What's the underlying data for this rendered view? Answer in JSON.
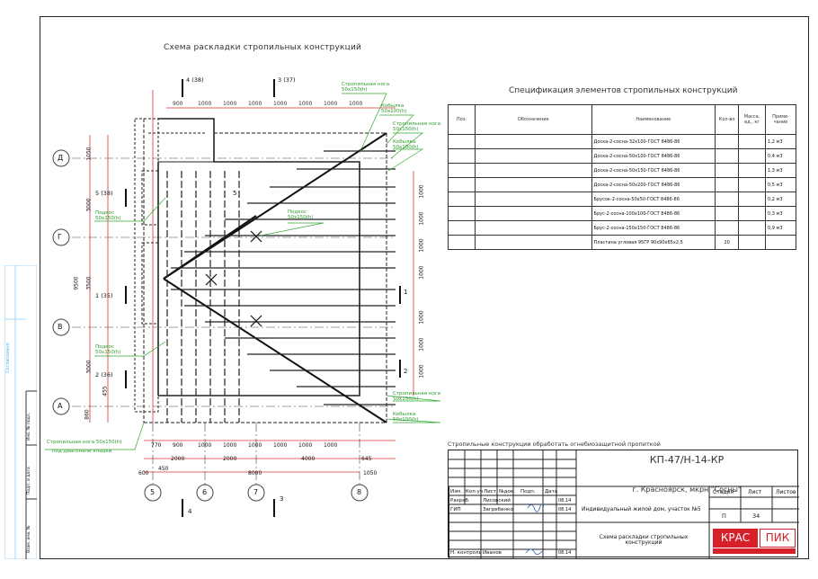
{
  "plan_title": "Схема раскладки стропильных конструкций",
  "spec": {
    "title": "Спецификация элементов стропильных конструкций",
    "headers": [
      "Поз.",
      "Обозначение",
      "Наименование",
      "Кол-во",
      "Масса, ед., кг",
      "Приме-чание"
    ],
    "rows": [
      {
        "name": "Доска-2-сосна-32х100-ГОСТ 8486-86",
        "qty": "",
        "note": "1,2 м3"
      },
      {
        "name": "Доска-2-сосна-50х100-ГОСТ 8486-86",
        "qty": "",
        "note": "0,4 м3"
      },
      {
        "name": "Доска-2-сосна-50х150-ГОСТ 8486-86",
        "qty": "",
        "note": "1,3 м3"
      },
      {
        "name": "Доска-2-сосна-50х200-ГОСТ 8486-86",
        "qty": "",
        "note": "0,5 м3"
      },
      {
        "name": "Брусок-2-сосна-50х50-ГОСТ 8486-86",
        "qty": "",
        "note": "0,2 м3"
      },
      {
        "name": "Брус-2-сосна-100х100-ГОСТ 8486-86",
        "qty": "",
        "note": "0,3 м3"
      },
      {
        "name": "Брус-2-сосна-150х150-ГОСТ 8486-86",
        "qty": "",
        "note": "0,9 м3"
      },
      {
        "name": "Пластина угловая 95ГР 90х90х65х2,5",
        "qty": "20",
        "note": ""
      }
    ]
  },
  "note": "Стропильные конструкции обработать огнебиозащитной пропиткой",
  "stamp": {
    "code": "КП-47/Н-14-КР",
    "address": "г. Красноярск, мкрн \"Сосны\"",
    "project": "Индивидуальный жилой дом, участок №5",
    "sheet_title": "Схема раскладки стропильных конструкций",
    "col_headers": [
      "Изм.",
      "Кол.уч",
      "Лист",
      "№док.",
      "Подп.",
      "Дата"
    ],
    "stage_label": "Стадия",
    "sheet_label": "Лист",
    "sheets_label": "Листов",
    "stage": "П",
    "sheet": "34",
    "sheets": "",
    "roles": [
      {
        "role": "Разраб.",
        "name": "Лисовский",
        "date": "08.14"
      },
      {
        "role": "ГИП",
        "name": "Загребенко",
        "date": "08.14"
      },
      {
        "role": "Н. контроль",
        "name": "Иванов",
        "date": "08.14"
      }
    ],
    "logo_left": "КРАС",
    "logo_right": "ПИК"
  },
  "labels": {
    "rafter_leg": "Стропильная нога 50х150(h)",
    "purlin": "Кобылка 50х100(h)",
    "strut": "Подкос 50х150(h)",
    "rafter_leg_bottom": "Стропильная нога 50х150(h)",
    "diag_rafter": "Стропильная нога 50х150(h)",
    "diag_rafter2": "под диагонали кладки",
    "podkos_left_top": "Подкос 50х150(h)",
    "podkos_left_bottom": "Подкос 50х150(h)"
  },
  "axes_rows": [
    "Д",
    "Г",
    "В",
    "А"
  ],
  "axes_cols": [
    "5",
    "6",
    "7",
    "8"
  ],
  "dims_top": [
    "900",
    "1000",
    "1000",
    "1000",
    "1000",
    "1000",
    "1000",
    "1000"
  ],
  "dims_bottom": [
    "770",
    "900",
    "1000",
    "1000",
    "1000",
    "1000",
    "1000",
    "1000",
    "645"
  ],
  "dims_bottom2": [
    "2000",
    "2000",
    "4000"
  ],
  "dim_total": "8000",
  "dim_left": [
    "1050",
    "3000",
    "3500",
    "3000",
    "860"
  ],
  "dim_left_total": "9500",
  "dims_right": [
    "1000",
    "1000",
    "1000",
    "1000",
    "1000",
    "1000",
    "1000"
  ],
  "cuts": [
    "4 (38)",
    "3 (37)",
    "5 (38)",
    "1 (35)",
    "2 (36)",
    "1",
    "2",
    "3",
    "4",
    "5"
  ],
  "extra_dims": [
    "600",
    "450",
    "1050",
    "455",
    "645"
  ],
  "side_stamp": [
    "Согласовано",
    "Инв. № подл.",
    "Подп. и дата",
    "Взам. инв. №"
  ]
}
